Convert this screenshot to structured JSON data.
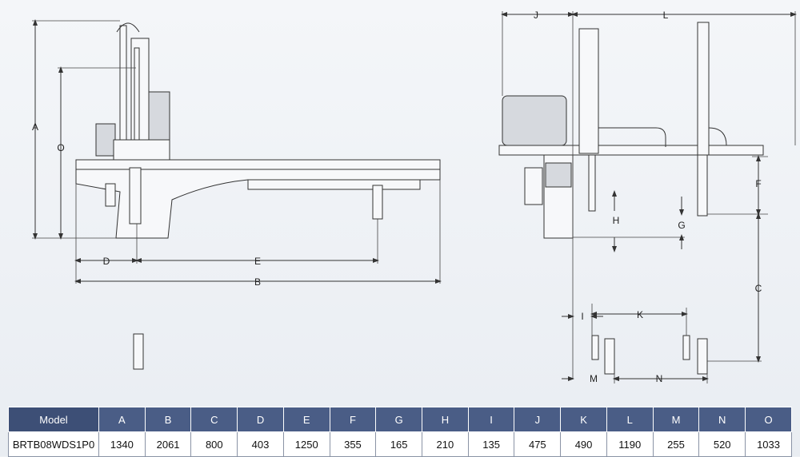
{
  "dimensions": {
    "front_view": {
      "A": "A",
      "O": "O",
      "D": "D",
      "E": "E",
      "B": "B"
    },
    "side_view": {
      "J": "J",
      "L": "L",
      "F": "F",
      "H": "H",
      "G": "G",
      "C": "C",
      "I": "I",
      "K": "K",
      "M": "M",
      "N": "N"
    }
  },
  "table": {
    "header_label": "Model",
    "columns": [
      "A",
      "B",
      "C",
      "D",
      "E",
      "F",
      "G",
      "H",
      "I",
      "J",
      "K",
      "L",
      "M",
      "N",
      "O"
    ],
    "rows": [
      {
        "model": "BRTB08WDS1P0",
        "values": [
          "1340",
          "2061",
          "800",
          "403",
          "1250",
          "355",
          "165",
          "210",
          "135",
          "475",
          "490",
          "1190",
          "255",
          "520",
          "1033"
        ]
      }
    ]
  },
  "colors": {
    "header_bg": "#4a5d86",
    "line": "#333333"
  }
}
